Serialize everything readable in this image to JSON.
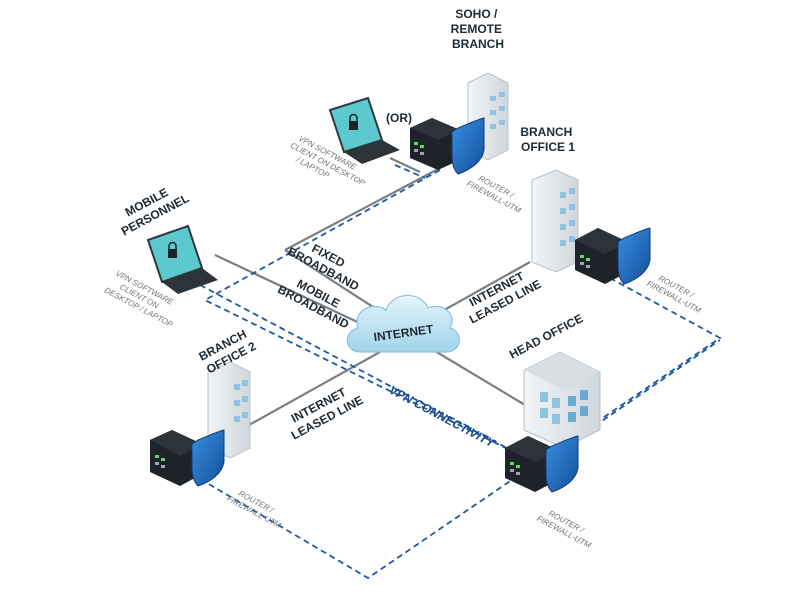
{
  "labels": {
    "soho": [
      "SOHO /",
      "REMOTE",
      "BRANCH"
    ],
    "or_label": "(OR)",
    "vpn_client_top": [
      "VPN SOFTWARE",
      "CLIENT ON DESKTOP",
      "/ LAPTOP"
    ],
    "router_soho": [
      "ROUTER /",
      "FIREWALL-UTM"
    ],
    "branch1": [
      "BRANCH",
      "OFFICE 1"
    ],
    "router_branch1": [
      "ROUTER /",
      "FIREWALL-UTM"
    ],
    "mobile_personnel": [
      "MOBILE",
      "PERSONNEL"
    ],
    "vpn_client_mobile": [
      "VPN SOFTWARE",
      "CLIENT ON",
      "DESKTOP / LAPTOP"
    ],
    "fixed_broadband": [
      "FIXED",
      "BROADBAND"
    ],
    "mobile_broadband": [
      "MOBILE",
      "BROADBAND"
    ],
    "internet": "INTERNET",
    "leased_line_right": [
      "INTERNET",
      "LEASED LINE"
    ],
    "head_office": "HEAD OFFICE",
    "branch2": [
      "BRANCH",
      "OFFICE 2"
    ],
    "leased_line_left": [
      "INTERNET",
      "LEASED LINE"
    ],
    "vpn_connectivity": "VPN CONNECTIVITY",
    "router_branch2": [
      "ROUTER /",
      "FIREWALL-UTM"
    ],
    "router_head": [
      "ROUTER /",
      "FIREWALL-UTM"
    ]
  },
  "colors": {
    "accent": "#1f5aa0",
    "shield": "#1f6fc4",
    "router_body": "#1d2328",
    "building": "#e4e8ec",
    "window": "#8fc3df",
    "screen": "#5cc9cf",
    "cloud": "#bfe3f2"
  },
  "icons": [
    "cloud-icon",
    "router-firewall-icon",
    "shield-icon",
    "laptop-icon",
    "lock-icon",
    "building-icon"
  ]
}
